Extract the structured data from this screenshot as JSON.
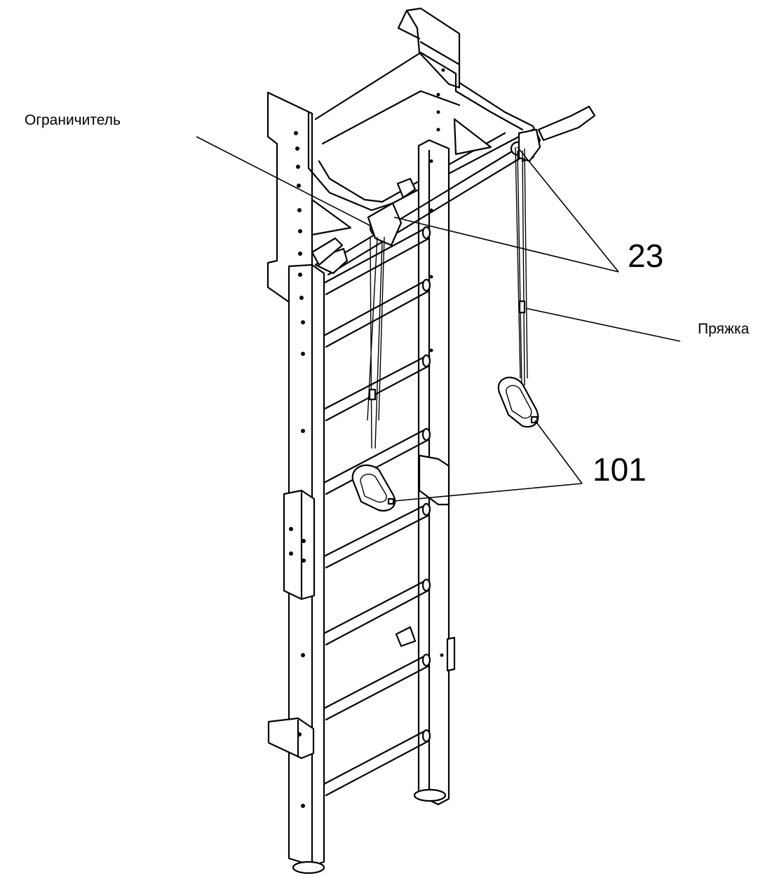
{
  "callouts": {
    "limiter": "Ограничитель",
    "buckle": "Пряжка",
    "part_23": "23",
    "part_101": "101"
  }
}
